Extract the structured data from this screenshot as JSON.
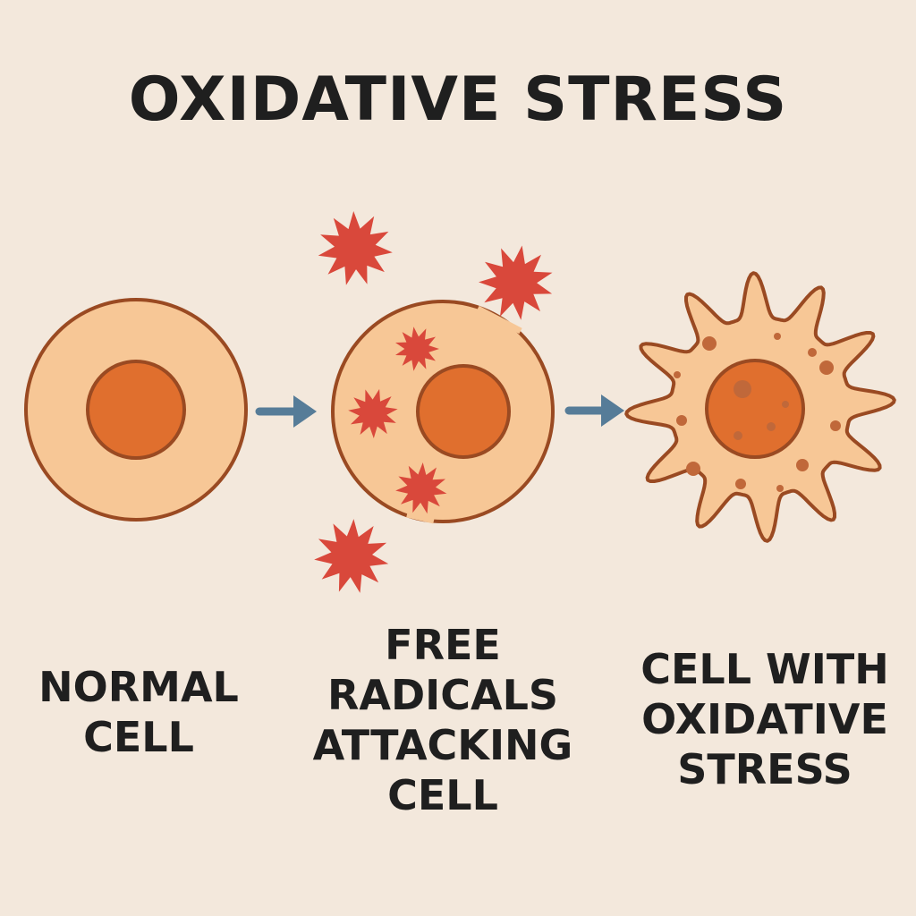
{
  "title": "OXIDATIVE STRESS",
  "stages": [
    {
      "label": "NORMAL\nCELL"
    },
    {
      "label": "FREE\nRADICALS\nATTACKING\nCELL"
    },
    {
      "label": "CELL WITH\nOXIDATIVE\nSTRESS"
    }
  ],
  "colors": {
    "background": "#f3e8dc",
    "cytoplasm": "#f7c796",
    "membrane": "#9a4a22",
    "nucleus": "#e06f2e",
    "free_radical": "#d9483b",
    "arrow": "#567c98",
    "text": "#1f1f1f"
  },
  "icons": [
    "normal-cell-icon",
    "free-radical-icon",
    "damaged-cell-icon",
    "right-arrow-icon"
  ]
}
